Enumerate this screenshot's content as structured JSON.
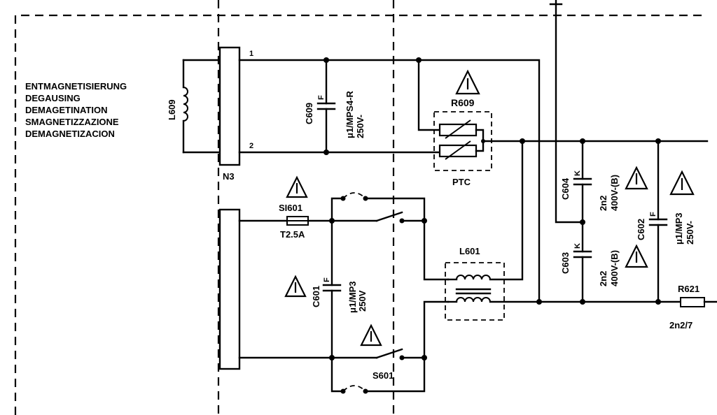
{
  "degauss_labels": [
    "ENTMAGNETISIERUNG",
    "DEGAUSING",
    "DEMAGETINATION",
    "SMAGNETIZZAZIONE",
    "DEMAGNETIZACION"
  ],
  "components": {
    "l609": "L609",
    "n3": "N3",
    "pin1": "1",
    "pin2": "2",
    "c609": {
      "ref": "C609",
      "type": "F",
      "value": "μ1/MPS4-R",
      "voltage": "250V-"
    },
    "r609": {
      "ref": "R609",
      "type": "PTC"
    },
    "si601": {
      "ref": "SI601",
      "rating": "T2.5A"
    },
    "c601": {
      "ref": "C601",
      "type": "F",
      "value": "μ1/MP3",
      "voltage": "250V"
    },
    "s601": "S601",
    "l601": "L601",
    "c604": {
      "ref": "C604",
      "type": "K",
      "value": "2n2",
      "voltage": "400V-(B)"
    },
    "c603": {
      "ref": "C603",
      "type": "K",
      "value": "2n2",
      "voltage": "400V-(B)"
    },
    "c602": {
      "ref": "C602",
      "type": "F",
      "value": "μ1/MP3",
      "voltage": "250V-"
    },
    "r621": {
      "ref": "R621",
      "value": "2n2/7"
    }
  },
  "warning_symbol": "warning-triangle-icon"
}
